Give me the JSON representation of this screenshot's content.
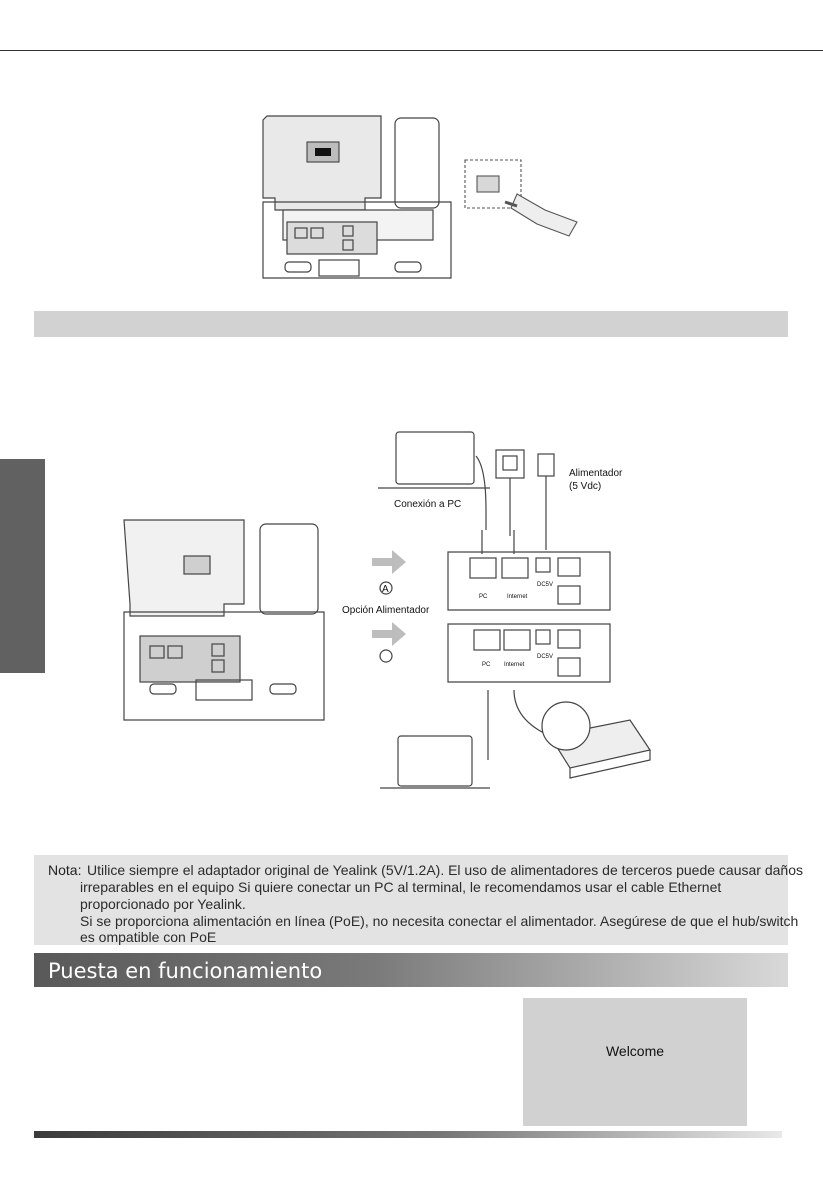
{
  "top_figure": {
    "usb_icon": "usb-icon"
  },
  "connection_figure": {
    "pc_connection_label": "Conexión a PC",
    "power_adapter_label": "Alimentador",
    "power_adapter_spec": "(5 Vdc)",
    "option_a_marker": "A",
    "power_option_label": "Opción Alimentador",
    "port_pc": "PC",
    "port_internet": "Internet",
    "port_dc": "DC5V"
  },
  "note": {
    "label": "Nota:",
    "line1": "Utilice siempre el adaptador original de Yealink (5V/1.2A). El uso de alimentadores de terceros puede causar daños",
    "line2": "irreparables en el equipo Si quiere conectar un PC al terminal, le recomendamos usar el cable Ethernet",
    "line3": "proporcionado por Yealink.",
    "line4": "Si se proporciona alimentación en línea (PoE), no necesita conectar el alimentador. Asegúrese de que el hub/switch",
    "line5": "es ompatible con PoE"
  },
  "section": {
    "title": "Puesta en funcionamiento"
  },
  "screen": {
    "welcome": "Welcome"
  }
}
